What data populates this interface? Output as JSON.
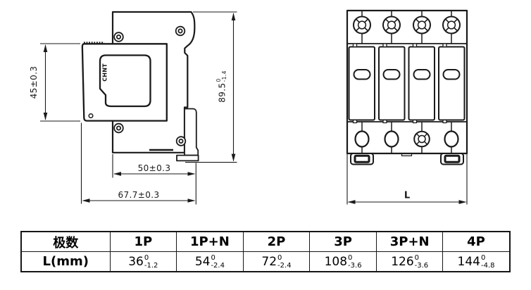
{
  "side_view": {
    "logo_text": "CHNT",
    "dim_module_height": "45±0.3",
    "dim_base_width": "50±0.3",
    "dim_total_width": "67.7±0.3",
    "dim_total_height": {
      "main": "89.5",
      "sup": "0",
      "sub": "-1.4"
    }
  },
  "front_view": {
    "dim_length_label": "L"
  },
  "table": {
    "row1_header": "极数",
    "row2_header": "L(mm)",
    "pole_options": [
      "1P",
      "1P+N",
      "2P",
      "3P",
      "3P+N",
      "4P"
    ],
    "lengths_mm": [
      {
        "main": "36",
        "sup": "0",
        "sub": "-1.2"
      },
      {
        "main": "54",
        "sup": "0",
        "sub": "-2.4"
      },
      {
        "main": "72",
        "sup": "0",
        "sub": "-2.4"
      },
      {
        "main": "108",
        "sup": "0",
        "sub": "-3.6"
      },
      {
        "main": "126",
        "sup": "0",
        "sub": "-3.6"
      },
      {
        "main": "144",
        "sup": "0",
        "sub": "-4.8"
      }
    ]
  },
  "colors": {
    "line": "#1a1a1a",
    "table_border": "#161616",
    "background": "#ffffff",
    "text": "#000000"
  }
}
